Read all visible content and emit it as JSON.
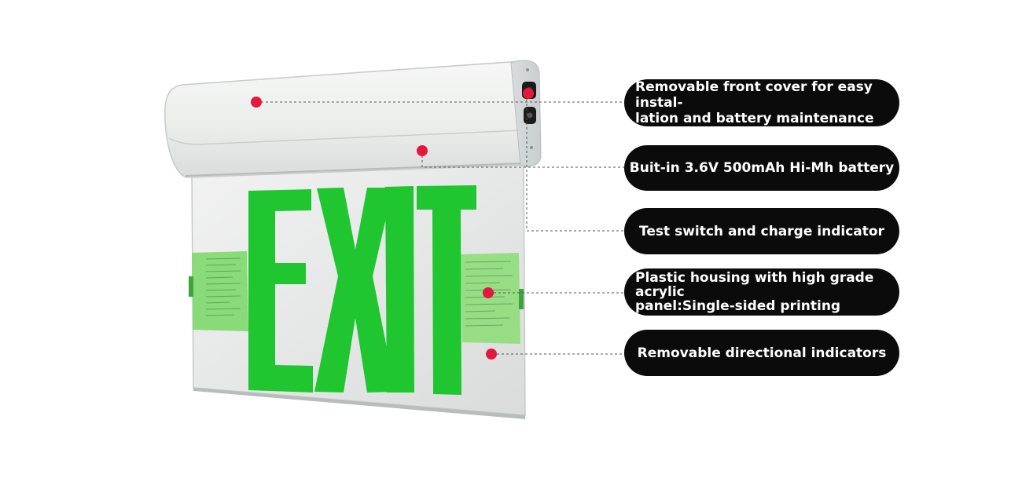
{
  "product": {
    "sign_text": "EXIT",
    "colors": {
      "housing": "#eef0ef",
      "panel": "#e9eaea",
      "letters": "#1fc62f",
      "indicator_label": "#7ed86c",
      "marker": "#e5173f",
      "callout_bg": "#0b0b0b"
    }
  },
  "callouts": [
    {
      "line1": "Removable front cover for easy instal-",
      "line2": "lation and battery maintenance"
    },
    {
      "text": "Buit-in 3.6V 500mAh Hi-Mh battery"
    },
    {
      "text": "Test switch and charge indicator"
    },
    {
      "line1": "Plastic housing with high grade acrylic",
      "line2": "panel:Single-sided printing"
    },
    {
      "text": "Removable directional indicators"
    }
  ]
}
